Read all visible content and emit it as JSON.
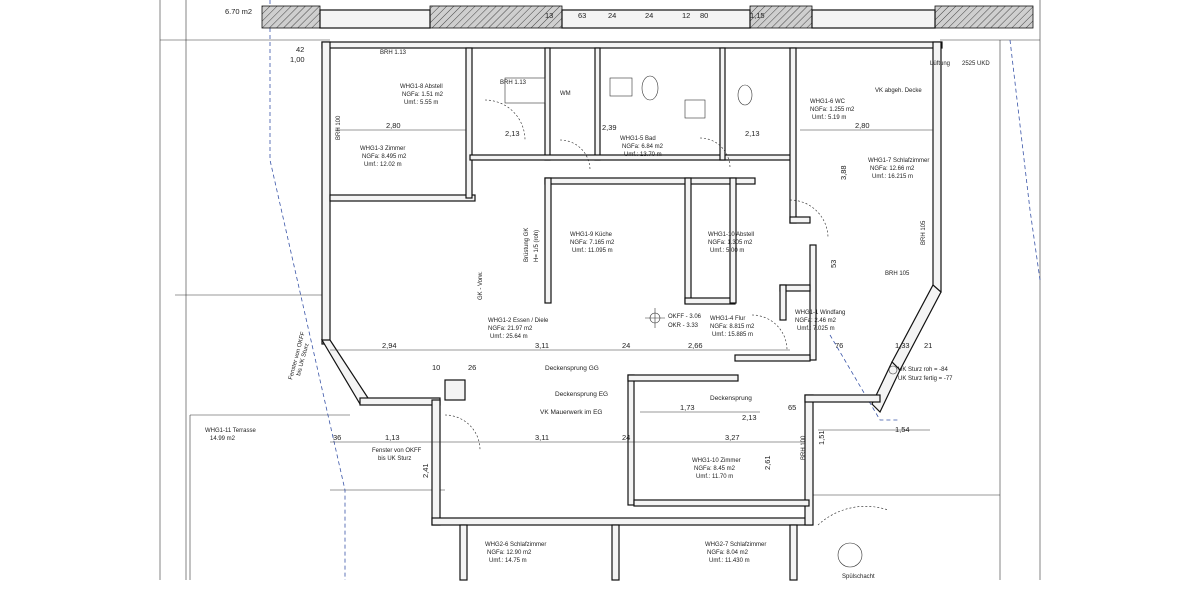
{
  "top_labels": {
    "wall_length": "6.70 m2",
    "brh_113_a": "BRH 1.13",
    "brh_113_b": "BRH 1.13",
    "lueftung": "Lüftung",
    "ukd": "2525 UKD",
    "vk_decke": "VK abgeh. Decke",
    "brh_105_a": "BRH 105",
    "brh_105_b": "BRH 105",
    "brh_100_a": "BRH 100",
    "brh_100_b": "BRH 100"
  },
  "rooms": [
    {
      "name": "WHG1-8 Abstell",
      "ngf": "NGFa: 1.51 m2",
      "umf": "Umf.: 5.55 m"
    },
    {
      "name": "WHG1-3 Zimmer",
      "ngf": "NGFa: 8.495 m2",
      "umf": "Umf.: 12.02 m"
    },
    {
      "name": "WHG1-5 Bad",
      "ngf": "NGFa: 6.84 m2",
      "umf": "Umf.: 13.70 m"
    },
    {
      "name": "WHG1-6 WC",
      "ngf": "NGFa: 1.255 m2",
      "umf": "Umf.: 5.19 m"
    },
    {
      "name": "WHG1-7 Schlafzimmer",
      "ngf": "NGFa: 12.66 m2",
      "umf": "Umf.: 16.215 m"
    },
    {
      "name": "WHG1-9 Küche",
      "ngf": "NGFa: 7.165 m2",
      "umf": "Umf.: 11.095 m"
    },
    {
      "name": "WHG1-10 Abstell",
      "ngf": "NGFa: 1.305 m2",
      "umf": "Umf.: 5.00 m"
    },
    {
      "name": "WHG1-2 Essen / Diele",
      "ngf": "NGFa: 21.97 m2",
      "umf": "Umf.: 25.64 m"
    },
    {
      "name": "WHG1-4 Flur",
      "ngf": "NGFa: 8.815 m2",
      "umf": "Umf.: 15.885 m"
    },
    {
      "name": "WHG1-1 Windfang",
      "ngf": "NGFa: 2.46 m2",
      "umf": "Umf.: 7.025 m"
    },
    {
      "name": "WHG1-10 Zimmer",
      "ngf": "NGFa: 8.45 m2",
      "umf": "Umf.: 11.70 m"
    },
    {
      "name": "WHG1-11 Terrasse",
      "ngf": "14.99 m2",
      "umf": ""
    },
    {
      "name": "WHG2-6 Schlafzimmer",
      "ngf": "NGFa: 12.90 m2",
      "umf": "Umf.: 14.75 m"
    },
    {
      "name": "WHG2-7 Schlafzimmer",
      "ngf": "NGFa: 8.04 m2",
      "umf": "Umf.: 11.430 m"
    }
  ],
  "notes": {
    "wm": "WM",
    "bruestung": "Brüstung GK",
    "bruestung_h": "H= 1/5 (roh)",
    "gk_vorw": "GK - Vorw.",
    "okff": "OKFF - 3.06",
    "okr": "OKR - 3.33",
    "deckensprung_gg": "Deckensprung GG",
    "deckensprung_eg": "Deckensprung EG",
    "vk_mauerwerk": "VK Mauerwerk im EG",
    "deckensprung": "Deckensprung",
    "fenster_1": "Fenster von OKFF",
    "fenster_2": "bis UK Sturz",
    "fenster_v1": "Fenster von OKFF",
    "fenster_v2": "bis UK Sturz",
    "uk_sturz_roh": "UK Sturz roh = -84",
    "uk_sturz_fertig": "UK Sturz fertig = -77",
    "spuelschacht": "Spülschacht"
  },
  "dims": {
    "d42": "42",
    "d100": "1,00",
    "d063": "63",
    "d280a": "2,80",
    "d280b": "2,80",
    "d213a": "2,13",
    "d213b": "2,13",
    "d213c": "2,13",
    "d239": "2,39",
    "d388": "3,88",
    "d294": "2,94",
    "d311a": "3,11",
    "d311b": "3,11",
    "d266": "2,66",
    "d327": "3,27",
    "d173": "1,73",
    "d154": "1,54",
    "d113": "1,13",
    "d241": "2,41",
    "d261": "2,61",
    "d151": "1,51",
    "d24a": "24",
    "d24b": "24",
    "d24c": "24",
    "d24d": "24",
    "d76": "76",
    "d21": "21",
    "d10": "10",
    "d26": "26",
    "d36": "36",
    "d65": "65",
    "d53": "53",
    "d1_15": "1,15",
    "d80": "80",
    "d12": "12",
    "d13": "13",
    "d1_33": "1,33"
  }
}
